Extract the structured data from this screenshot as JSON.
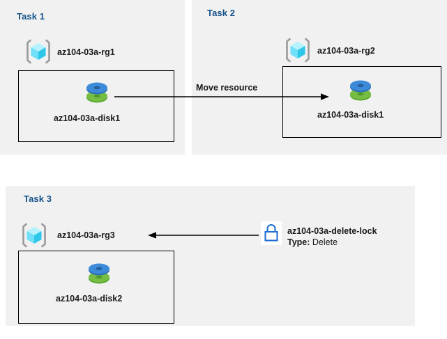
{
  "diagram": {
    "background_color": "#ffffff",
    "panel_color": "#f1f1f1",
    "title_color": "#15538a",
    "accent_blue": "#1f6fd0",
    "disk_blue": "#3a8dde",
    "disk_green": "#6cb33f",
    "cube_cyan": "#6fe4f7",
    "bracket_gray": "#9a9a9a"
  },
  "tasks": [
    {
      "title": "Task 1",
      "resource_group": {
        "label": "az104-03a-rg1",
        "icon": "resource-group-icon"
      },
      "resource": {
        "label": "az104-03a-disk1",
        "icon": "managed-disk-icon"
      }
    },
    {
      "title": "Task 2",
      "resource_group": {
        "label": "az104-03a-rg2",
        "icon": "resource-group-icon"
      },
      "resource": {
        "label": "az104-03a-disk1",
        "icon": "managed-disk-icon"
      }
    },
    {
      "title": "Task 3",
      "resource_group": {
        "label": "az104-03a-rg3",
        "icon": "resource-group-icon"
      },
      "resource": {
        "label": "az104-03a-disk2",
        "icon": "managed-disk-icon"
      },
      "lock": {
        "icon": "lock-icon",
        "label": "az104-03a-delete-lock",
        "type_key": "Type:",
        "type_value": "Delete"
      }
    }
  ],
  "connectors": [
    {
      "name": "move-resource-arrow",
      "label": "Move resource",
      "direction": "right"
    },
    {
      "name": "lock-applies-to-arrow",
      "label": "",
      "direction": "left"
    }
  ]
}
